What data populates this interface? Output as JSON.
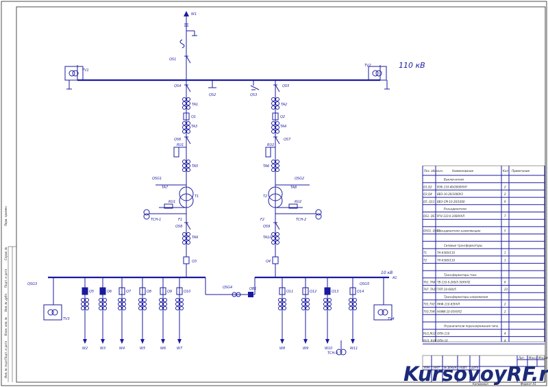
{
  "diagram": {
    "voltage_hv": "110 кВ",
    "voltage_lv": "10 кВ",
    "lines_top": [
      "W1"
    ],
    "lines_left": [
      "W2",
      "W3",
      "W4",
      "W5",
      "W6",
      "W7"
    ],
    "lines_right": [
      "W8",
      "W9",
      "W10",
      "W11"
    ],
    "left_feeders_q": [
      "Q5",
      "Q6",
      "Q7",
      "Q8",
      "Q9",
      "Q10"
    ],
    "right_feeders_q": [
      "Q11",
      "Q12",
      "Q13",
      "Q14"
    ],
    "labels": {
      "qs1": "QS1",
      "qs2": "QS2",
      "qs3": "QS3",
      "qs4": "QS4",
      "qs5": "QS5",
      "qs6": "QS6",
      "qs7": "QS7",
      "ta1": "TA1",
      "ta2": "TA2",
      "ta3": "TA3",
      "ta4": "TA4",
      "ta5": "TA5",
      "ta6": "TA6",
      "q1": "Q1",
      "q2": "Q2",
      "q3": "Q3",
      "q4": "Q4",
      "qb": "QB1",
      "t1": "T1",
      "t2": "T2",
      "tv1": "TV1",
      "tv2": "TV2",
      "tv3": "TV3",
      "tv4": "TV4",
      "tsn1": "TCH-1",
      "tsn2": "TCH-2",
      "tsn3": "TCH-3",
      "fv1": "F1",
      "fv2": "F2",
      "ru1": "RU1",
      "ru2": "RU2",
      "qsg1": "QSG1",
      "qsg2": "QSG2",
      "qsg3": "QSG3",
      "qsg4": "QSG4",
      "qsg5": "QSG5",
      "a1": "A1"
    }
  },
  "spec_table": {
    "headers": [
      "Поз. обознач.",
      "Наименование",
      "Кол",
      "Примечание"
    ],
    "rows": [
      {
        "pos": "",
        "name": "Выключатели",
        "qty": "",
        "note": "",
        "section": true
      },
      {
        "pos": "Q1,Q2",
        "name": "ВЭБ-110-40/2000УХЛ",
        "qty": "2",
        "note": ""
      },
      {
        "pos": "Q3,Q4",
        "name": "ВВЭ-10-20/1000У3",
        "qty": "2",
        "note": ""
      },
      {
        "pos": "Q5..Q13",
        "name": "ВВЭ-СМ-10-20/1000",
        "qty": "9",
        "note": ""
      },
      {
        "pos": "",
        "name": "Разъединители",
        "qty": "",
        "note": "",
        "section": true
      },
      {
        "pos": "QS1..QS7",
        "name": "РГН-110.II-1000УХЛ",
        "qty": "7",
        "note": ""
      },
      {
        "pos": "",
        "name": "",
        "qty": "",
        "note": ""
      },
      {
        "pos": "QSG1..QSG5",
        "name": "Разъединители заземляющие",
        "qty": "5",
        "note": ""
      },
      {
        "pos": "",
        "name": "",
        "qty": "",
        "note": ""
      },
      {
        "pos": "",
        "name": "Силовые трансформаторы",
        "qty": "",
        "note": "",
        "section": true
      },
      {
        "pos": "T1",
        "name": "ТН-6300/110",
        "qty": "1",
        "note": ""
      },
      {
        "pos": "T2",
        "name": "ТН-6300/110",
        "qty": "1",
        "note": ""
      },
      {
        "pos": "",
        "name": "",
        "qty": "",
        "note": ""
      },
      {
        "pos": "",
        "name": "Трансформаторы тока",
        "qty": "",
        "note": "",
        "section": true
      },
      {
        "pos": "TA1..TA6",
        "name": "ТВ-110-II-200/5-50УХЛ2",
        "qty": "6",
        "note": ""
      },
      {
        "pos": "TA7..TA31",
        "name": "ТЛП-10-600/5",
        "qty": "23",
        "note": ""
      },
      {
        "pos": "",
        "name": "Трансформаторы напряжения",
        "qty": "",
        "note": "",
        "section": true
      },
      {
        "pos": "TV1,TV2",
        "name": "НКФ-110-83УХЛ",
        "qty": "2",
        "note": ""
      },
      {
        "pos": "TV3,TV4",
        "name": "НАМИ-10-95УХЛ2",
        "qty": "2",
        "note": ""
      },
      {
        "pos": "",
        "name": "",
        "qty": "",
        "note": ""
      },
      {
        "pos": "",
        "name": "Ограничители перенапряжения типа",
        "qty": "",
        "note": "",
        "section": true
      },
      {
        "pos": "RU1,RU2",
        "name": "ОПН-110",
        "qty": "4",
        "note": ""
      },
      {
        "pos": "RU3..RU8",
        "name": "ОПН-10",
        "qty": "4",
        "note": ""
      }
    ]
  },
  "title_block": {
    "headers": [
      "Изм.",
      "Лист",
      "№ докум.",
      "Подп.",
      "Дата"
    ],
    "cols": [
      "Лит.",
      "Масса",
      "Масштаб"
    ],
    "sheet_label": "Копировал",
    "format_label": "Формат А1"
  },
  "side_strip": [
    "Перв. примен.",
    "Справ. №",
    "Подп. и дата",
    "Инв. № дубл.",
    "Взам. инв. №",
    "Подп. и дата",
    "Инв. № подл."
  ],
  "watermark": "KursovoyRF.ru"
}
